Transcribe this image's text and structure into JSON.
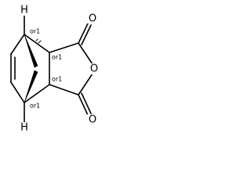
{
  "molecule": {
    "atoms": {
      "h_top": "H",
      "h_bottom": "H",
      "o_top": "O",
      "o_ring": "O",
      "o_bottom": "O"
    },
    "stereo_labels": {
      "c1": "or1",
      "c2": "or1",
      "c3": "or1",
      "c4": "or1"
    }
  }
}
